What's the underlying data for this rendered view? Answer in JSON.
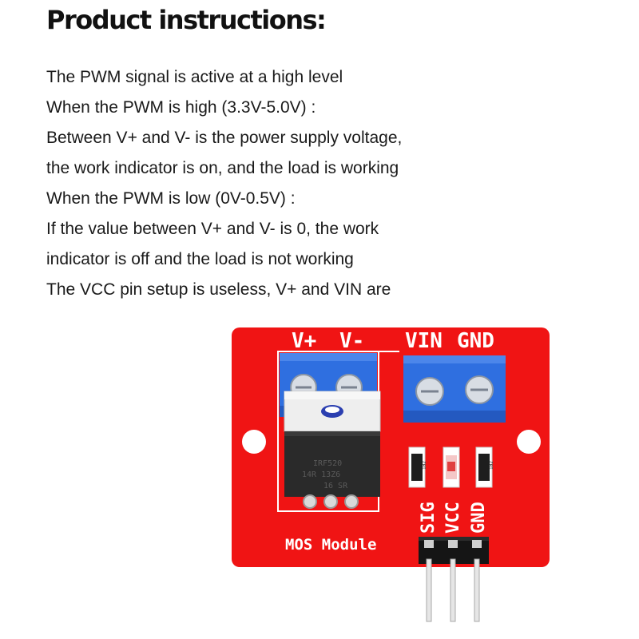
{
  "title": "Product instructions:",
  "instructions": [
    "The PWM signal is active at a high level",
    "When the PWM is high (3.3V-5.0V) :",
    "Between V+ and V- is the power supply voltage,",
    "the work indicator is on, and the load is working",
    "When the PWM is low (0V-0.5V) :",
    "If the value between V+ and V- is 0, the work",
    "indicator is off and the load is not working",
    "The VCC pin setup is useless, V+ and VIN are"
  ],
  "board": {
    "label_vplus": "V+",
    "label_vminus": "V-",
    "label_vin": "VIN",
    "label_gnd": "GND",
    "module_label": "MOS Module",
    "pin_sig": "SIG",
    "pin_vcc": "VCC",
    "pin_gnd": "GND",
    "resistor_code": "102",
    "mosfet_line1": "IRF520",
    "mosfet_line2": "14R 13Z6",
    "mosfet_line3": "16 SR",
    "colors": {
      "pcb": "#f01414",
      "terminal": "#2f6fe0",
      "mosfet": "#2a2a2a"
    }
  }
}
